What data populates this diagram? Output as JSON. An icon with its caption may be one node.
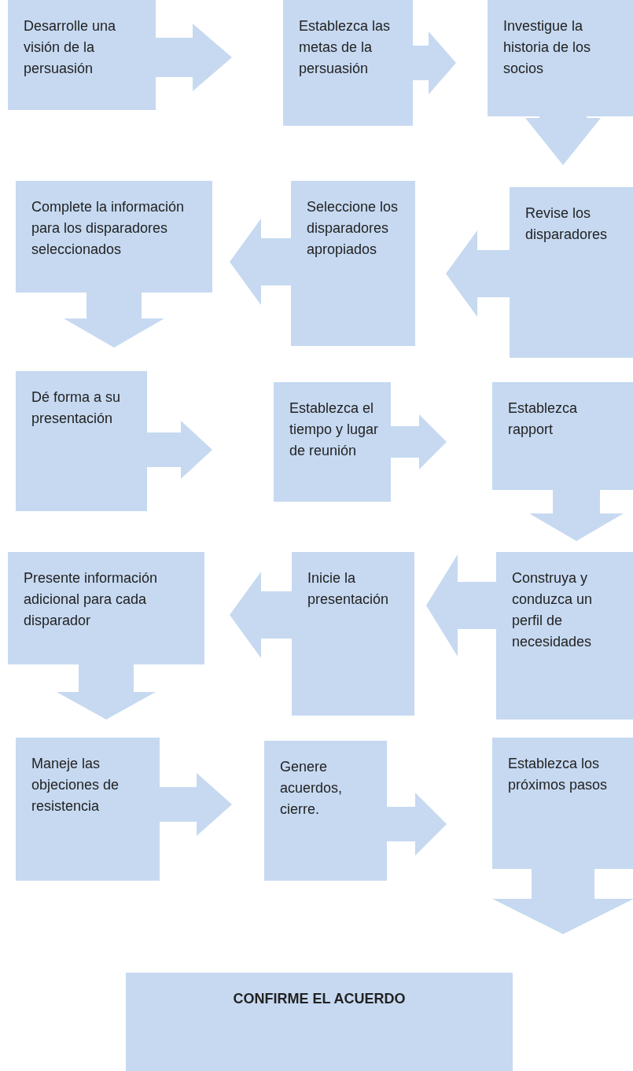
{
  "diagram": {
    "nodes": [
      {
        "text": [
          "Desarrolle una visión de la persuasión"
        ]
      },
      {
        "text": [
          "Establezca las metas de la persuasión"
        ]
      },
      {
        "text": [
          "Investigue la historia de los socios"
        ]
      },
      {
        "text": [
          "Revise los disparadores"
        ]
      },
      {
        "text": [
          "Seleccione los disparadores apropiados"
        ]
      },
      {
        "text": [
          "Complete la información para los disparadores seleccionados"
        ]
      },
      {
        "text": [
          "Dé forma a su presentación"
        ]
      },
      {
        "text": [
          "Establezca el tiempo y lugar de reunión"
        ]
      },
      {
        "text": [
          "Establezca rapport"
        ]
      },
      {
        "text": [
          "Construya y conduzca un perfil de necesidades"
        ]
      },
      {
        "text": [
          "Inicie la presentación"
        ]
      },
      {
        "text": [
          "Presente información adicional para cada disparador"
        ]
      },
      {
        "text": [
          "Maneje las objeciones de resistencia"
        ]
      },
      {
        "text": [
          "Genere acuerdos, cierre."
        ]
      },
      {
        "text": [
          "Establezca los próximos pasos"
        ]
      },
      {
        "text": [
          "CONFIRME EL ACUERDO"
        ]
      }
    ],
    "edges": [
      {
        "from": 0,
        "to": 1,
        "arrow": "to"
      },
      {
        "from": 1,
        "to": 2,
        "arrow": "to"
      },
      {
        "from": 2,
        "to": 3,
        "arrow": "to"
      },
      {
        "from": 3,
        "to": 4,
        "arrow": "to"
      },
      {
        "from": 4,
        "to": 5,
        "arrow": "to"
      },
      {
        "from": 5,
        "to": 6,
        "arrow": "to"
      },
      {
        "from": 6,
        "to": 7,
        "arrow": "to"
      },
      {
        "from": 7,
        "to": 8,
        "arrow": "to"
      },
      {
        "from": 8,
        "to": 9,
        "arrow": "to"
      },
      {
        "from": 9,
        "to": 10,
        "arrow": "to"
      },
      {
        "from": 10,
        "to": 11,
        "arrow": "to"
      },
      {
        "from": 11,
        "to": 12,
        "arrow": "to"
      },
      {
        "from": 12,
        "to": 13,
        "arrow": "to"
      },
      {
        "from": 13,
        "to": 14,
        "arrow": "to"
      },
      {
        "from": 14,
        "to": 15,
        "arrow": "to"
      }
    ]
  }
}
